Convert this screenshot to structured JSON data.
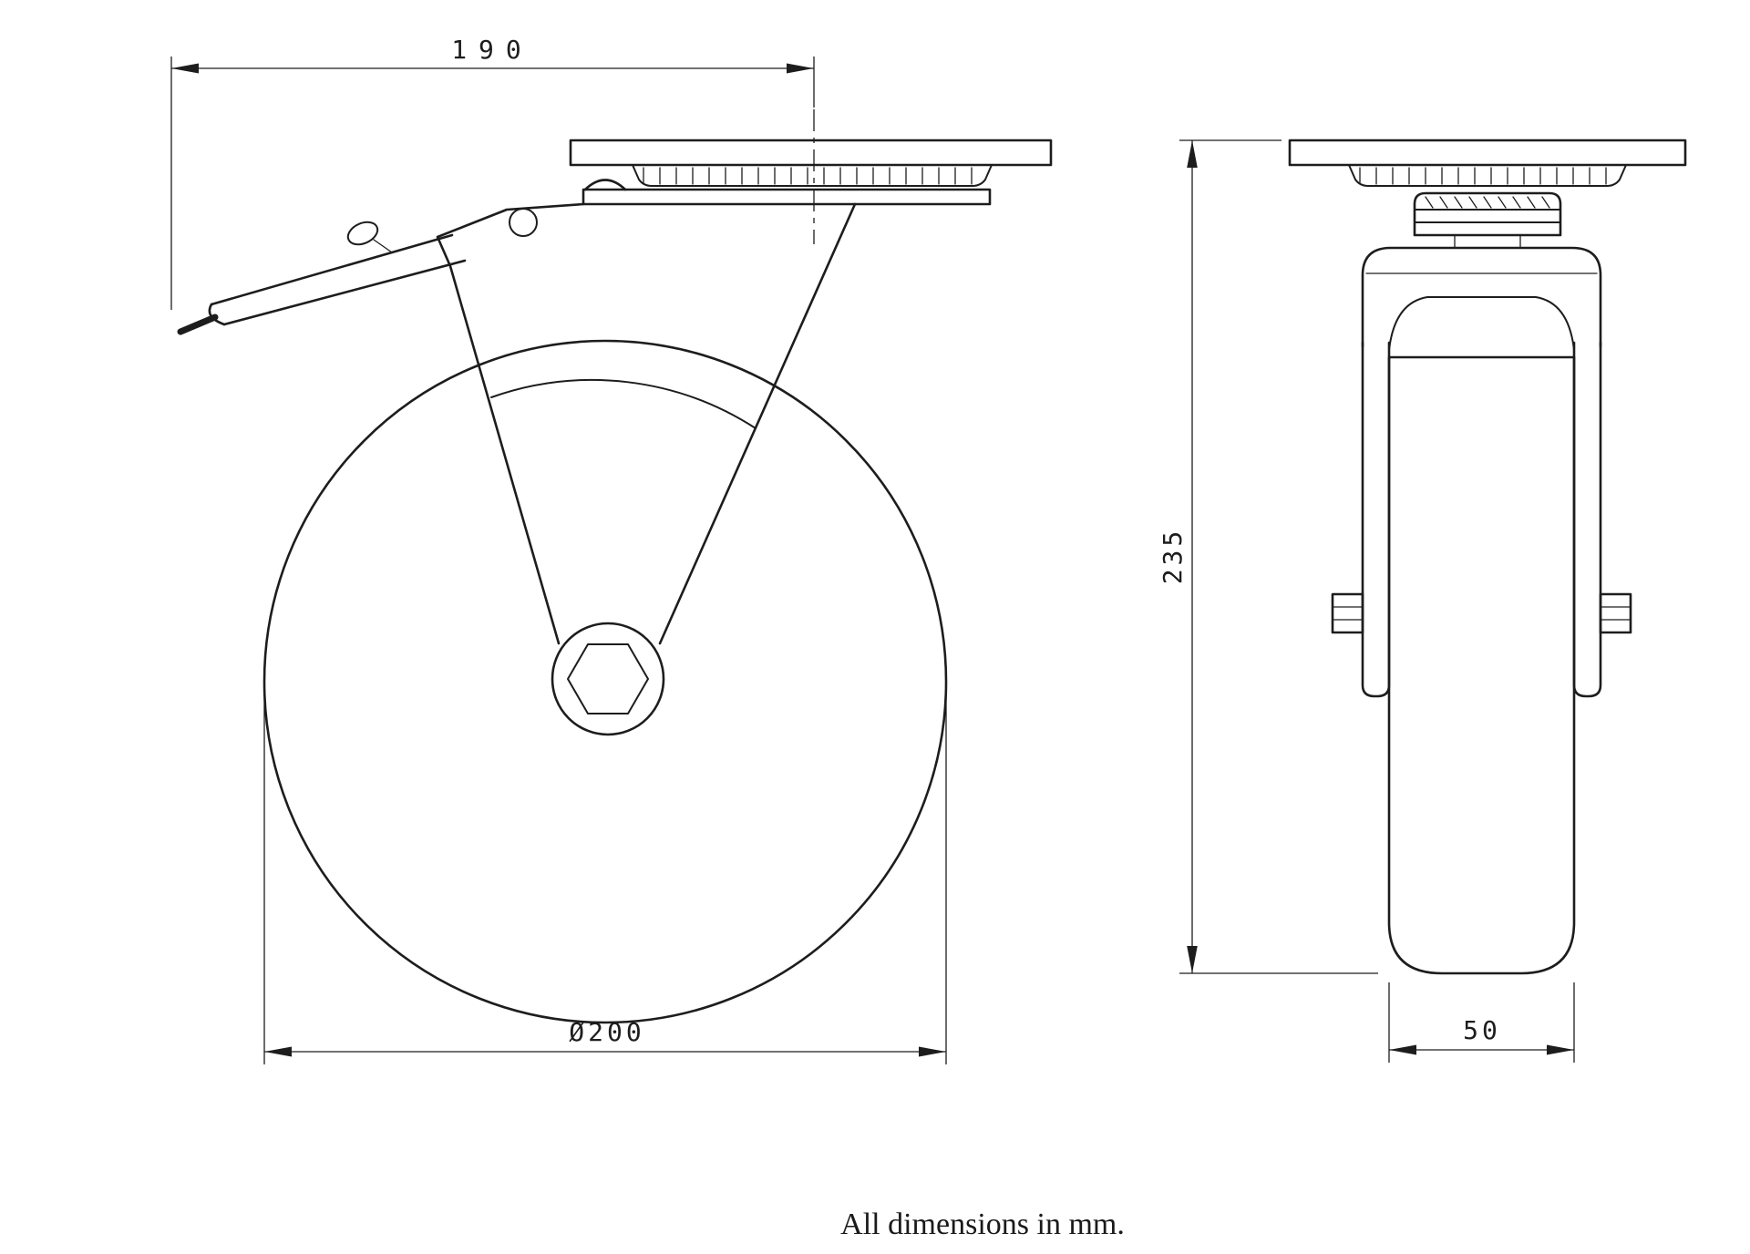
{
  "dimensions": {
    "plate_offset": {
      "label": "190"
    },
    "wheel_diameter": {
      "label": "Ø200"
    },
    "overall_height": {
      "label": "235"
    },
    "wheel_width": {
      "label": "50"
    }
  },
  "caption": "All dimensions in mm.",
  "colors": {
    "line": "#1d1d1d",
    "background": "#ffffff"
  }
}
